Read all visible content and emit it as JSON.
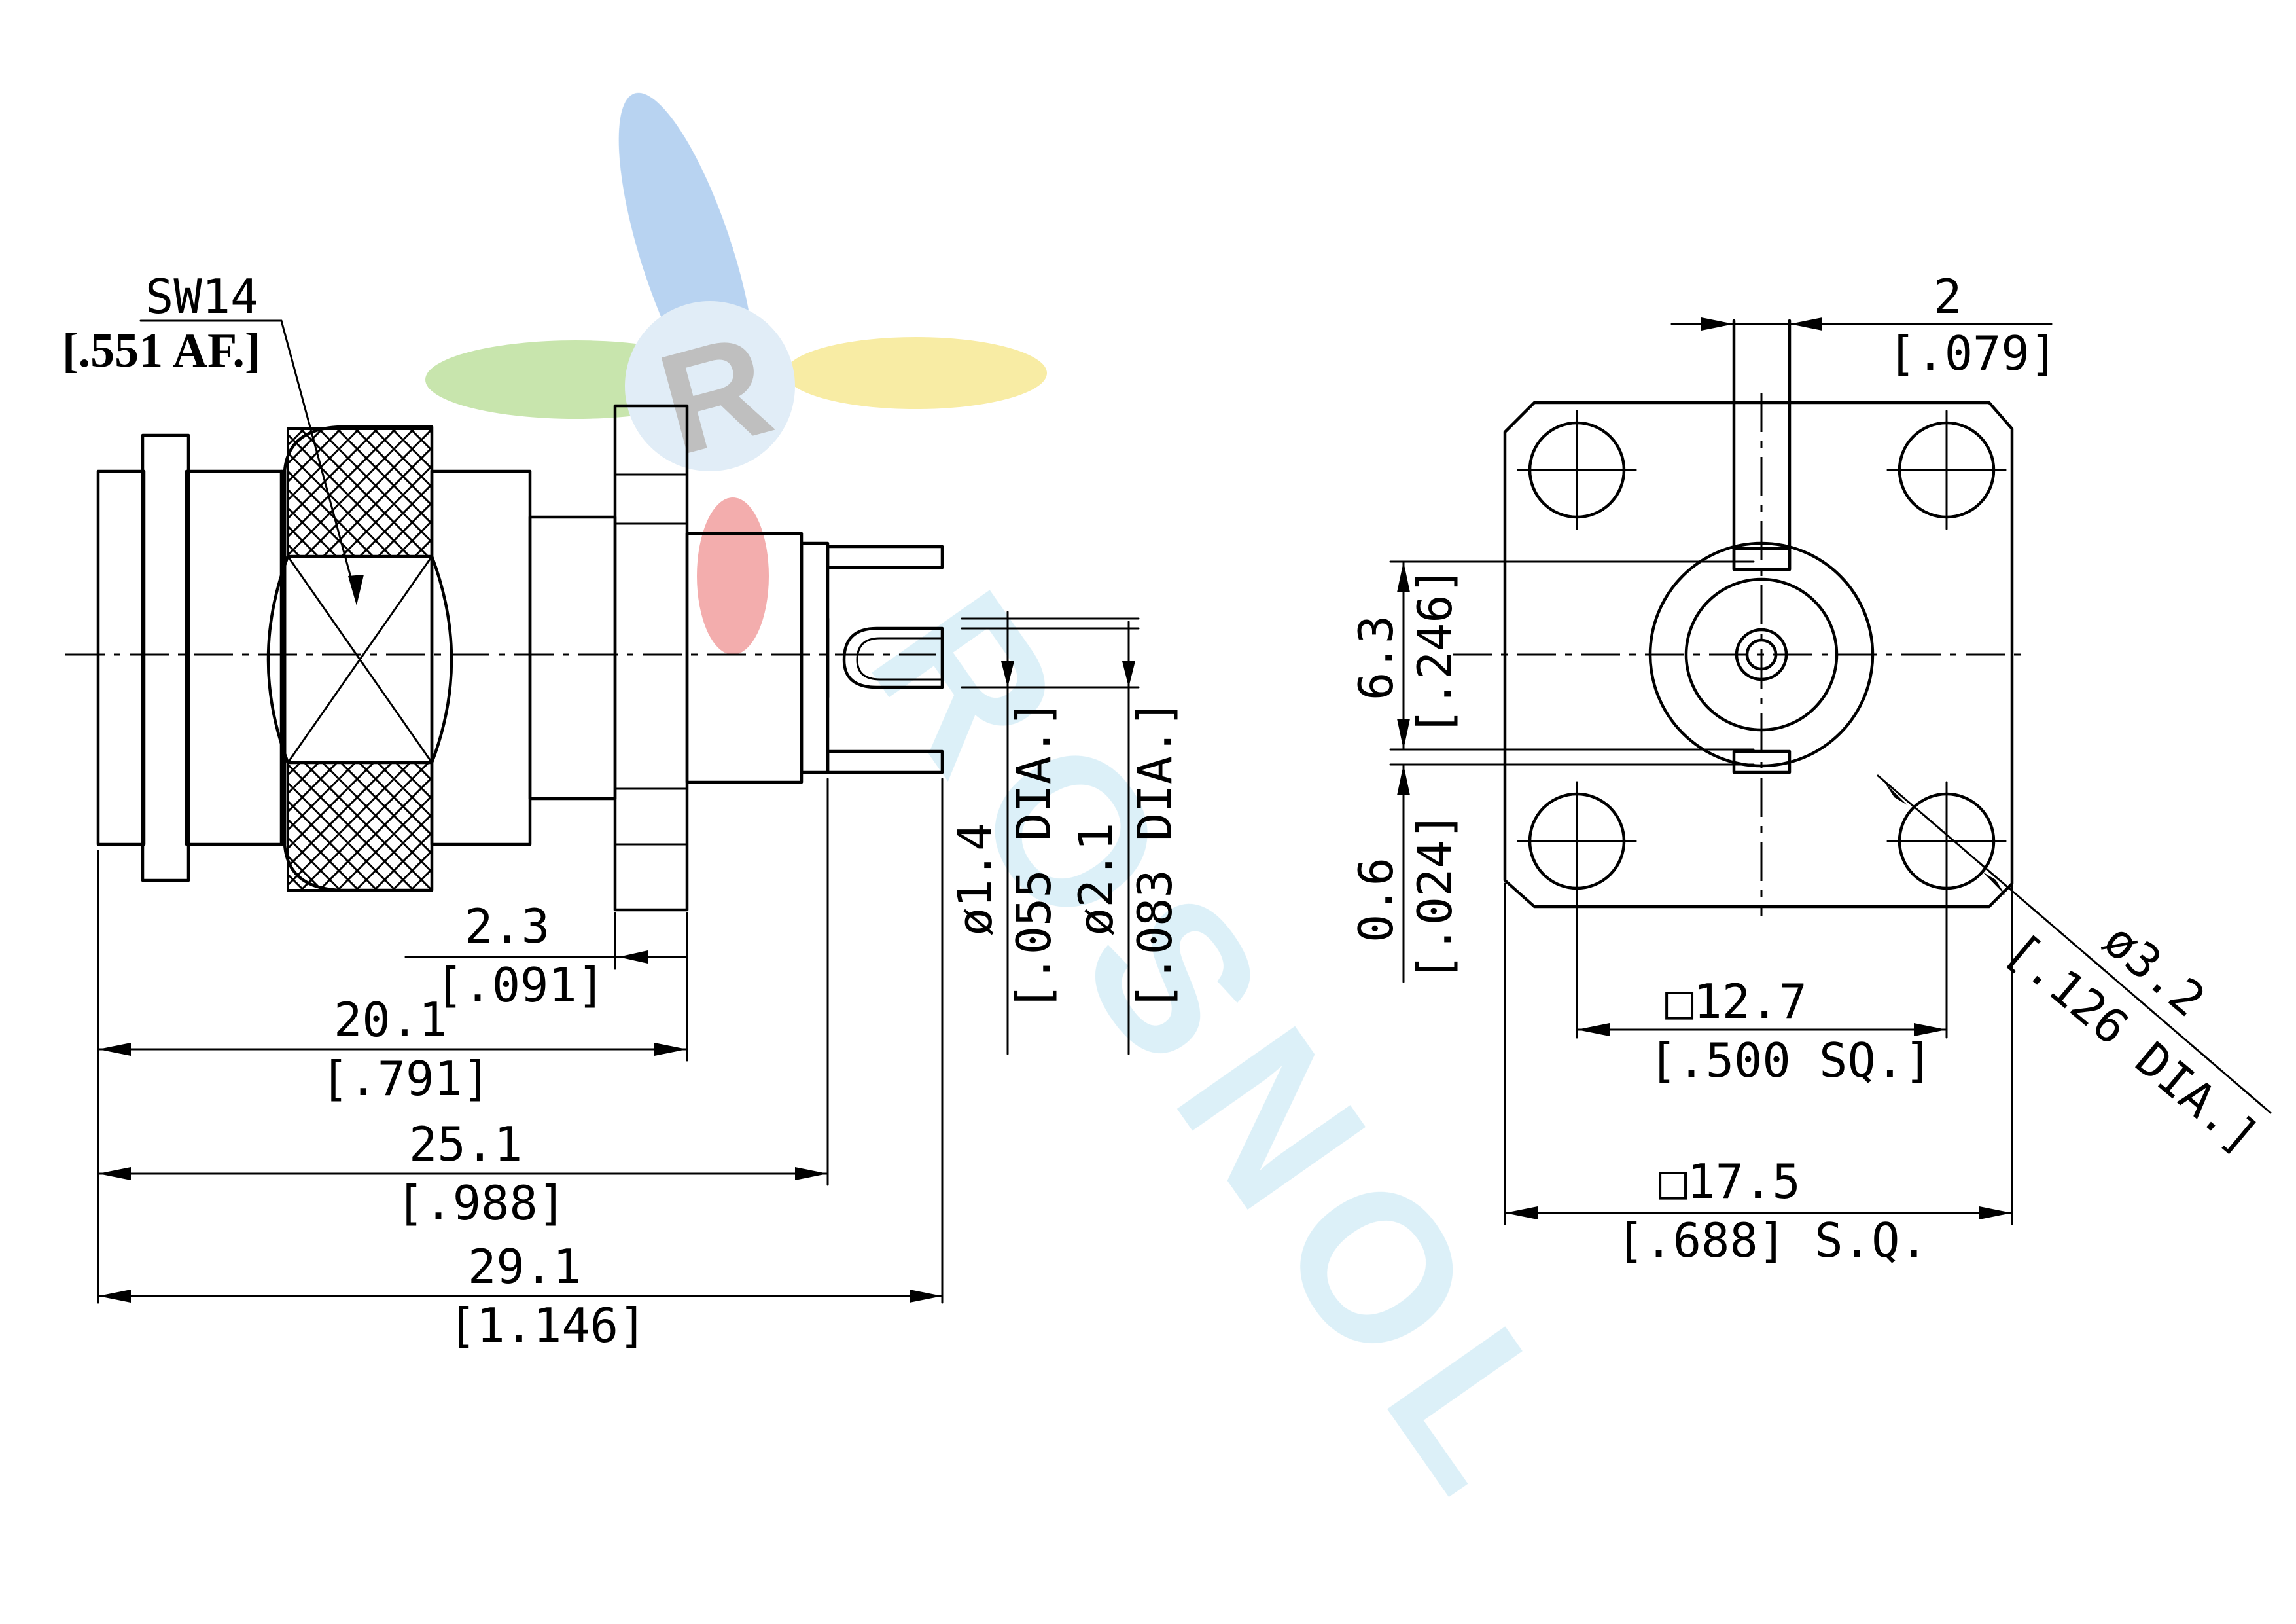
{
  "watermark": {
    "logo_letter": "R",
    "brand": "ROSNOL",
    "colors": {
      "blue": "#7fb0e6",
      "green": "#9ccf6a",
      "yellow": "#f2dc5a",
      "red": "#e96a6a",
      "text": "#bfe4f2"
    }
  },
  "side_view": {
    "wrench": {
      "size": "SW14",
      "inch": "[.551 AF.]"
    },
    "dims": [
      {
        "mm": "2.3",
        "inch": "[.091]"
      },
      {
        "mm": "20.1",
        "inch": "[.791]"
      },
      {
        "mm": "25.1",
        "inch": "[.988]"
      },
      {
        "mm": "29.1",
        "inch": "[1.146]"
      }
    ],
    "pin_dia": [
      {
        "mm": "ø1.4",
        "inch": "[.055 DIA.]"
      },
      {
        "mm": "ø2.1",
        "inch": "[.083 DIA.]"
      }
    ]
  },
  "front_view": {
    "width_top": {
      "mm": "2",
      "inch": "[.079]"
    },
    "height_63": {
      "mm": "6.3",
      "inch": "[.246]"
    },
    "height_06": {
      "mm": "0.6",
      "inch": "[.024]"
    },
    "hole_spacing": {
      "mm": "□12.7",
      "inch": "[.500 SQ.]"
    },
    "flange": {
      "mm": "□17.5",
      "inch": "[.688] S.Q."
    },
    "hole_dia": {
      "mm": "ø3.2",
      "inch": "[.126 DIA.]"
    }
  }
}
